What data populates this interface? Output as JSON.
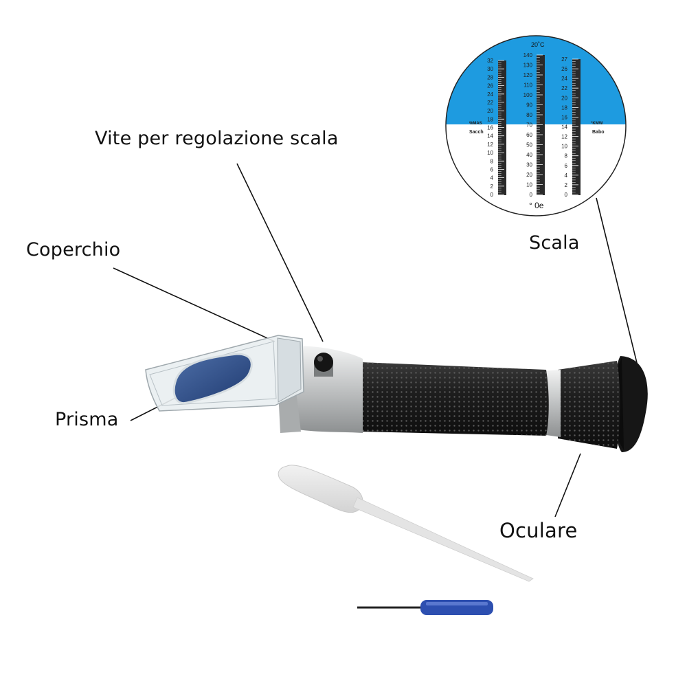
{
  "labels": {
    "screw": "Vite per regolazione scala",
    "cover": "Coperchio",
    "prism": "Prisma",
    "scale": "Scala",
    "eyepiece": "Oculare"
  },
  "scale_view": {
    "temperature": "20˚C",
    "bottom_label": "° 0e",
    "left": {
      "unit": "%MAS",
      "name": "Sacch",
      "ticks": [
        "32",
        "30",
        "28",
        "26",
        "24",
        "22",
        "20",
        "18",
        "16",
        "14",
        "12",
        "10",
        "8",
        "6",
        "4",
        "2",
        "0"
      ]
    },
    "middle": {
      "ticks": [
        "140",
        "130",
        "120",
        "110",
        "100",
        "90",
        "80",
        "70",
        "60",
        "50",
        "40",
        "30",
        "20",
        "10",
        "0"
      ]
    },
    "right": {
      "unit": "°KMW",
      "name": "Babo",
      "ticks": [
        "27",
        "26",
        "24",
        "22",
        "20",
        "18",
        "16",
        "14",
        "12",
        "10",
        "8",
        "6",
        "4",
        "2",
        "0"
      ]
    }
  },
  "colors": {
    "sky": "#1e9be0",
    "body_black": "#1d1d1d",
    "metal": "#c9cbcc",
    "prism_blue": "#2b4c86",
    "screwdriver_blue": "#2d4fb0"
  }
}
